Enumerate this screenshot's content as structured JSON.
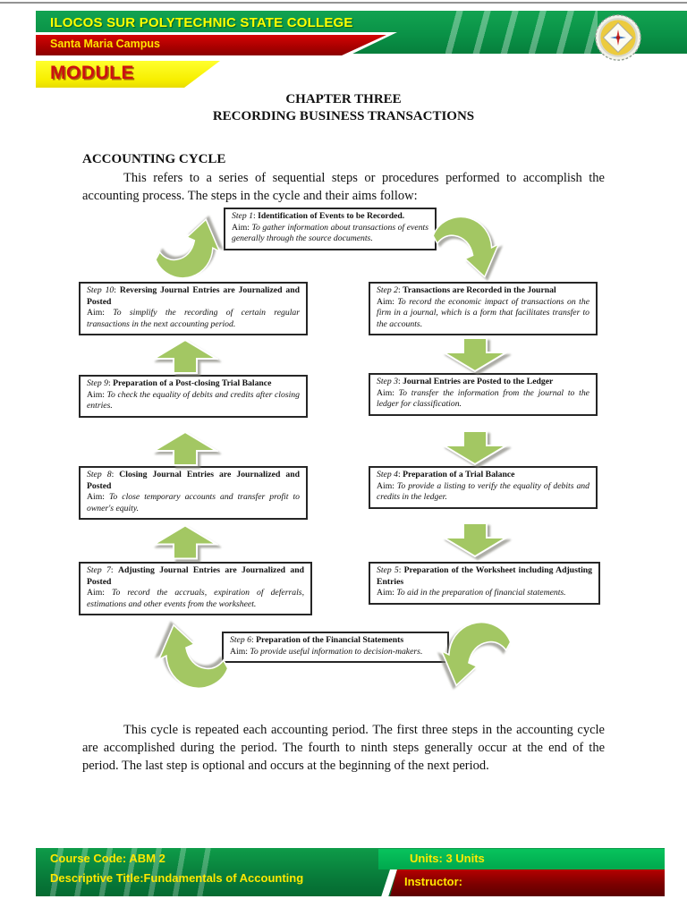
{
  "header": {
    "college_name": "ILOCOS SUR POLYTECHNIC STATE COLLEGE",
    "campus": "Santa Maria Campus",
    "module_label": "MODULE"
  },
  "chapter": {
    "line1": "CHAPTER THREE",
    "line2": "RECORDING BUSINESS TRANSACTIONS"
  },
  "section": {
    "heading": "ACCOUNTING CYCLE",
    "intro": "This refers to a series of sequential steps or procedures performed to accomplish the accounting process. The steps in the cycle and their aims follow:",
    "closing": "This cycle is repeated each accounting period. The first three steps in the accounting cycle are accomplished during the period. The fourth to ninth steps generally occur at the end of the period. The last step is optional and occurs at the beginning of the next period."
  },
  "diagram": {
    "label_separator": ": ",
    "aim_prefix": "Aim: ",
    "arrow_color": "#a3c763",
    "steps": [
      {
        "label": "Step 1",
        "title": "Identification of Events to be Recorded.",
        "aim": "To gather information about transactions of events generally through the source documents."
      },
      {
        "label": "Step 2",
        "title": "Transactions are Recorded in the Journal",
        "aim": "To record the economic impact of transactions on the firm in a journal, which is a form that facilitates transfer to the accounts."
      },
      {
        "label": "Step 3",
        "title": "Journal Entries are Posted to the Ledger",
        "aim": "To transfer the information from the journal to the ledger for classification."
      },
      {
        "label": "Step 4",
        "title": "Preparation of a Trial Balance",
        "aim": "To provide a listing to verify the equality of debits and credits in the ledger."
      },
      {
        "label": "Step 5",
        "title": "Preparation of the Worksheet including Adjusting Entries",
        "aim": "To aid in the preparation of financial statements."
      },
      {
        "label": "Step 6",
        "title": "Preparation of the Financial Statements",
        "aim": "To provide useful information to decision-makers."
      },
      {
        "label": "Step 7",
        "title": "Adjusting Journal Entries are Journalized and Posted",
        "aim": "To record the accruals, expiration of deferrals, estimations and other events from the worksheet."
      },
      {
        "label": "Step 8",
        "title": "Closing Journal Entries are Journalized and Posted",
        "aim": "To close temporary accounts and transfer profit to owner's equity."
      },
      {
        "label": "Step 9",
        "title": "Preparation of a Post-closing Trial Balance",
        "aim": "To check the equality of debits and credits after closing entries."
      },
      {
        "label": "Step 10",
        "title": "Reversing Journal Entries are Journalized and Posted",
        "aim": "To simplify the recording of certain regular transactions in the next accounting period."
      }
    ]
  },
  "footer": {
    "course_code": "Course Code: ABM 2",
    "descriptive_title": "Descriptive Title:Fundamentals of Accounting",
    "units": "Units: 3 Units",
    "instructor": "Instructor:"
  },
  "colors": {
    "banner_green": "#0a9247",
    "banner_red": "#a80000",
    "banner_yellow": "#f7ef00",
    "text_yellow": "#ffe800",
    "module_red": "#cc1111",
    "arrow_green": "#a3c763"
  }
}
